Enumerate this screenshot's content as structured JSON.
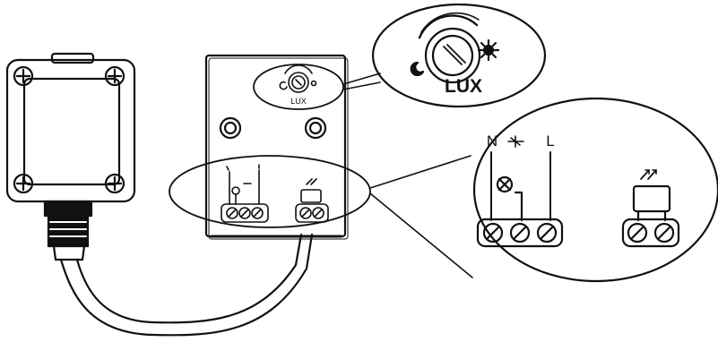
{
  "diagram": {
    "lux_label": "LUX",
    "terminal_labels": {
      "neutral": "N",
      "live": "L"
    },
    "icons": {
      "moon": "moon-icon",
      "sun": "sun-icon",
      "lamp": "lamp-icon",
      "switch": "switch-icon",
      "sensor": "light-sensor-icon",
      "screw": "screw-icon"
    },
    "colors": {
      "line": "#111111",
      "background": "#ffffff"
    }
  }
}
